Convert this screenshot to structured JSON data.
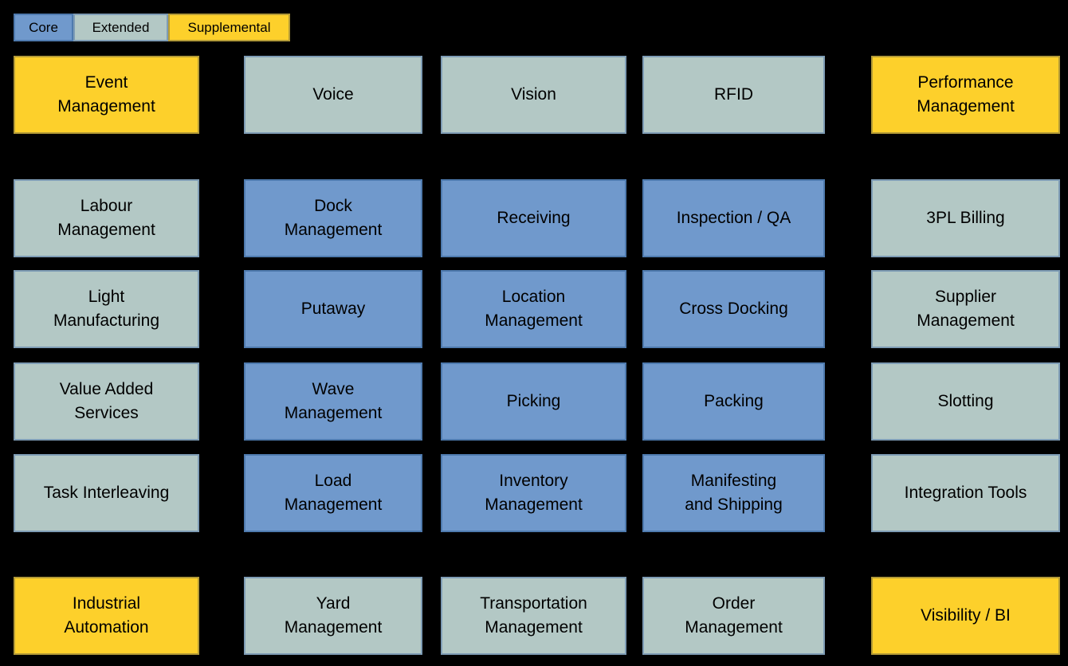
{
  "colors": {
    "background": "#000000",
    "text": "#000000",
    "core_fill": "#7099CC",
    "core_border": "#4E7AAE",
    "extended_fill": "#B3C8C5",
    "extended_border": "#7E9CB5",
    "supplemental_fill": "#FDD02B",
    "supplemental_border": "#B49B37"
  },
  "legend": {
    "items": [
      {
        "label": "Core",
        "type": "core"
      },
      {
        "label": "Extended",
        "type": "extended"
      },
      {
        "label": "Supplemental",
        "type": "supplemental"
      }
    ]
  },
  "boxes": [
    {
      "label": "Event\nManagement",
      "type": "supplemental"
    },
    {
      "label": "Voice",
      "type": "extended"
    },
    {
      "label": "Vision",
      "type": "extended"
    },
    {
      "label": "RFID",
      "type": "extended"
    },
    {
      "label": "Performance\nManagement",
      "type": "supplemental"
    },
    {
      "label": "Labour\nManagement",
      "type": "extended"
    },
    {
      "label": "Dock\nManagement",
      "type": "core"
    },
    {
      "label": "Receiving",
      "type": "core"
    },
    {
      "label": "Inspection / QA",
      "type": "core"
    },
    {
      "label": "3PL Billing",
      "type": "extended"
    },
    {
      "label": "Light\nManufacturing",
      "type": "extended"
    },
    {
      "label": "Putaway",
      "type": "core"
    },
    {
      "label": "Location\nManagement",
      "type": "core"
    },
    {
      "label": "Cross Docking",
      "type": "core"
    },
    {
      "label": "Supplier\nManagement",
      "type": "extended"
    },
    {
      "label": "Value Added\nServices",
      "type": "extended"
    },
    {
      "label": "Wave\nManagement",
      "type": "core"
    },
    {
      "label": "Picking",
      "type": "core"
    },
    {
      "label": "Packing",
      "type": "core"
    },
    {
      "label": "Slotting",
      "type": "extended"
    },
    {
      "label": "Task Interleaving",
      "type": "extended"
    },
    {
      "label": "Load\nManagement",
      "type": "core"
    },
    {
      "label": "Inventory\nManagement",
      "type": "core"
    },
    {
      "label": "Manifesting\nand Shipping",
      "type": "core"
    },
    {
      "label": "Integration Tools",
      "type": "extended"
    },
    {
      "label": "Industrial\nAutomation",
      "type": "supplemental"
    },
    {
      "label": "Yard\nManagement",
      "type": "extended"
    },
    {
      "label": "Transportation\nManagement",
      "type": "extended"
    },
    {
      "label": "Order\nManagement",
      "type": "extended"
    },
    {
      "label": "Visibility / BI",
      "type": "supplemental"
    }
  ]
}
